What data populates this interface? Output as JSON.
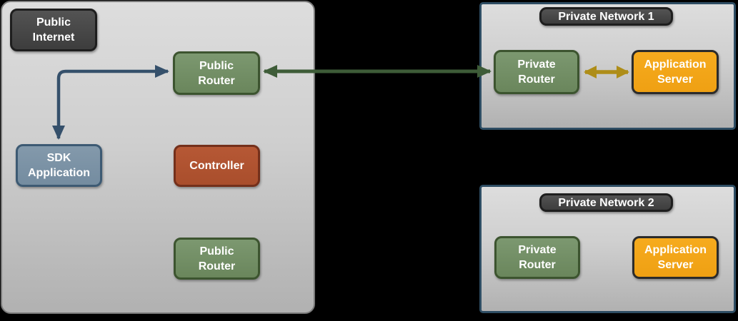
{
  "colors": {
    "background": "#000000",
    "zone_fill_top": "#dddddd",
    "zone_fill_bottom": "#b1b1b1",
    "zone_border_gray": "#7a7a7a",
    "zone_border_blue": "#2e4d63",
    "label_fill": "#4a4a4a",
    "label_border": "#1e1e1e",
    "green_fill": "#708c63",
    "green_border": "#3c542f",
    "slate_fill": "#7b92a5",
    "slate_border": "#3d5a73",
    "rust_fill": "#b05431",
    "rust_border": "#74301b",
    "orange_fill": "#f2a416",
    "orange_border": "#2b2b2b",
    "arrow_navy": "#35506b",
    "arrow_green": "#3e5c38",
    "arrow_gold": "#ae8d18"
  },
  "zones": {
    "public_internet": {
      "label": "Public Internet",
      "nodes": {
        "public_router_top": "Public Router",
        "sdk_application": "SDK Application",
        "controller": "Controller",
        "public_router_bottom": "Public Router"
      }
    },
    "private_network_1": {
      "label": "Private Network 1",
      "nodes": {
        "private_router": "Private Router",
        "application_server": "Application Server"
      }
    },
    "private_network_2": {
      "label": "Private Network 2",
      "nodes": {
        "private_router": "Private Router",
        "application_server": "Application Server"
      }
    }
  },
  "connections": [
    {
      "from": "sdk_application",
      "to": "public_router_top",
      "bidirectional": true,
      "color": "#35506b"
    },
    {
      "from": "public_router_top",
      "to": "private_network_1.private_router",
      "bidirectional": true,
      "color": "#3e5c38"
    },
    {
      "from": "private_network_1.private_router",
      "to": "private_network_1.application_server",
      "bidirectional": true,
      "color": "#ae8d18"
    }
  ]
}
